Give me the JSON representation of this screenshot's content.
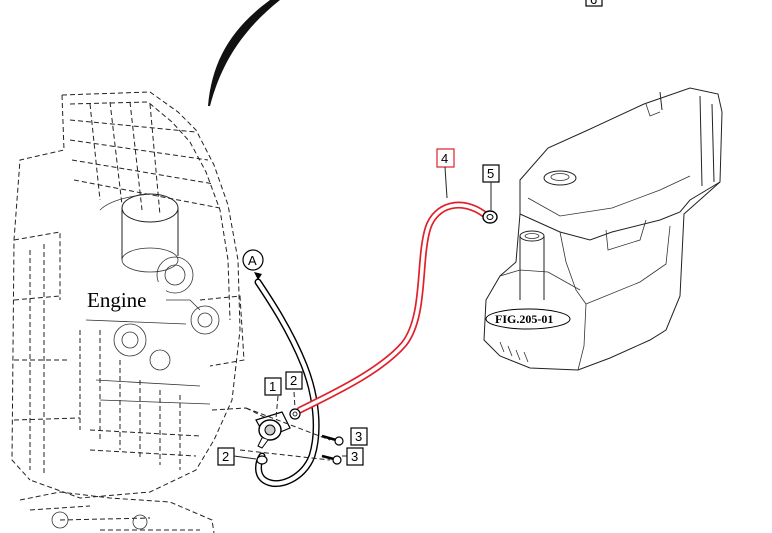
{
  "labels": {
    "engine": "Engine",
    "figure": "FIG.205-01",
    "ref_a": "A"
  },
  "callouts": {
    "c1": "1",
    "c2_upper": "2",
    "c2_lower": "2",
    "c3_upper": "3",
    "c3_lower": "3",
    "c4": "4",
    "c5": "5",
    "c6_partial": "6"
  },
  "colors": {
    "highlight_hose": "#e0202a",
    "line": "#222222"
  }
}
